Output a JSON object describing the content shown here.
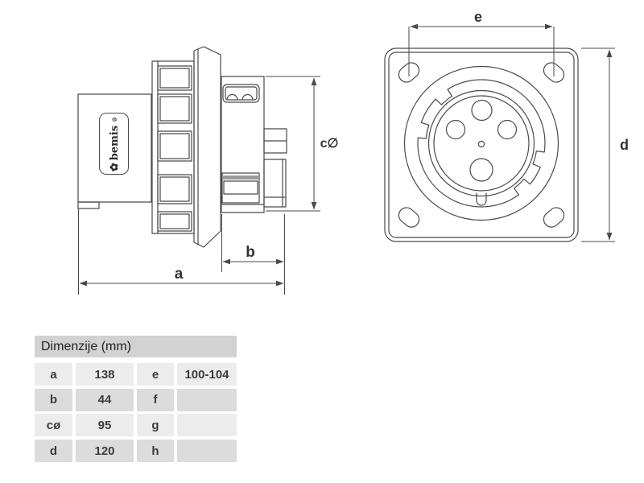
{
  "drawing": {
    "dim_labels": {
      "a": "a",
      "b": "b",
      "c": "c∅",
      "d": "d",
      "e": "e"
    },
    "side_view": {
      "logo": {
        "icon": "✿",
        "text": "bemis",
        "mark": "®"
      }
    },
    "line_color": "#4a4a4a",
    "label_color": "#333333"
  },
  "table": {
    "header": "Dimenzije (mm)",
    "header_bg": "#d2d2d2",
    "row_bg_light": "#ececec",
    "row_bg_dark": "#dcdcdc",
    "rows": [
      {
        "d1": "a",
        "v1": "138",
        "d2": "e",
        "v2": "100-104"
      },
      {
        "d1": "b",
        "v1": "44",
        "d2": "f",
        "v2": ""
      },
      {
        "d1": "cø",
        "v1": "95",
        "d2": "g",
        "v2": ""
      },
      {
        "d1": "d",
        "v1": "120",
        "d2": "h",
        "v2": ""
      }
    ]
  }
}
